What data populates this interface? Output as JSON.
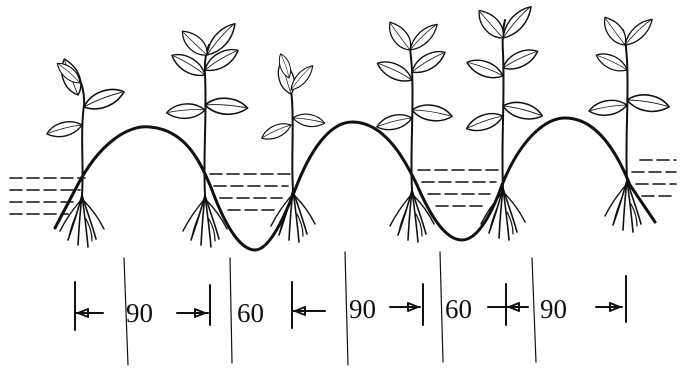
{
  "spacing_labels": [
    "90",
    "60",
    "90",
    "60",
    "90"
  ]
}
